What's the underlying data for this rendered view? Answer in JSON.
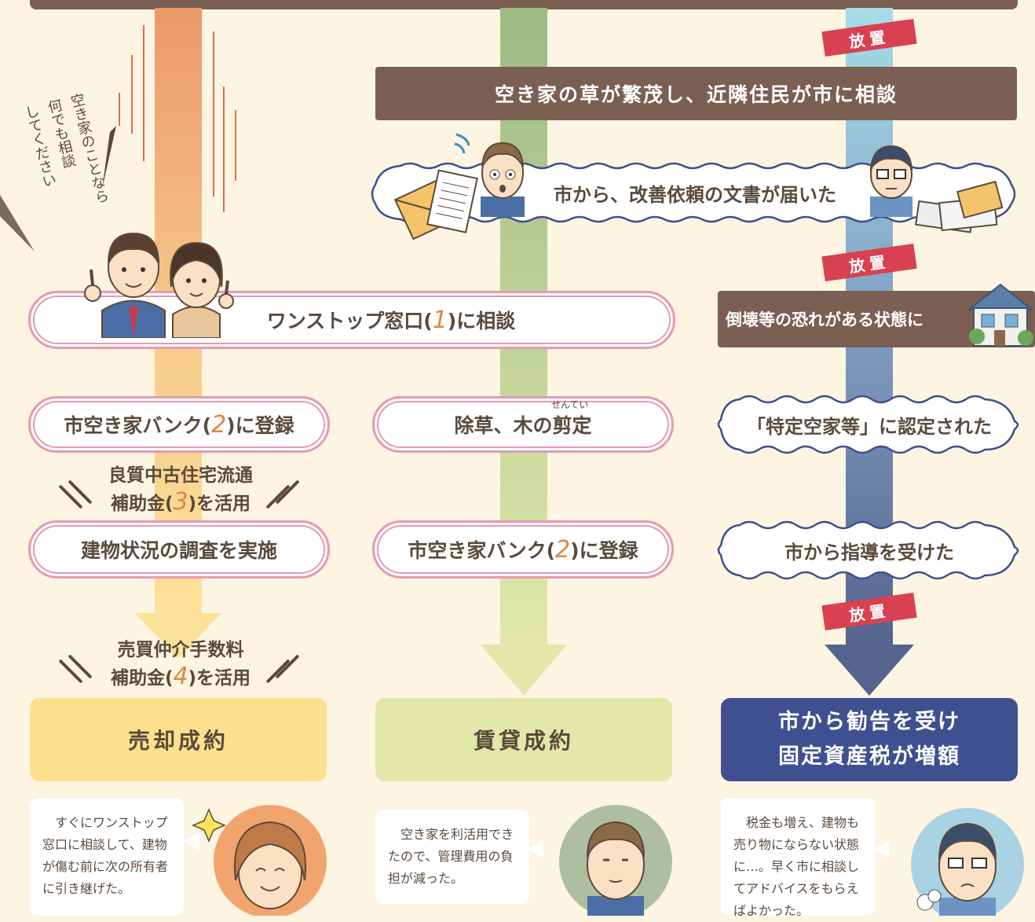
{
  "neglect_tag": "放置",
  "center_bar": "空き家の草が繁茂し、近隣住民が市に相談",
  "letter_notice": "市から、改善依頼の文書が届いた",
  "speech_vertical": [
    "空き家のことなら",
    "何でも相談",
    "してください"
  ],
  "onestop": {
    "pre": "ワンストップ窓口(",
    "num": "1",
    "post": ")に相談"
  },
  "danger_bar": "倒壊等の恐れがある状態に",
  "col1": {
    "bank": {
      "pre": "市空き家バンク(",
      "num": "2",
      "post": ")に登録"
    },
    "subsidy3": {
      "line1": "良質中古住宅流通",
      "pre": "補助金(",
      "num": "3",
      "post": ")を活用"
    },
    "survey": "建物状況の調査を実施",
    "subsidy4": {
      "line1": "売買仲介手数料",
      "pre": "補助金(",
      "num": "4",
      "post": ")を活用"
    },
    "result": "売却成約",
    "comment": "すぐにワンストップ窓口に相談して、建物が傷む前に次の所有者に引き継げた。"
  },
  "col2": {
    "weeding": "除草、木の剪定",
    "ruby": "せんてい",
    "bank": {
      "pre": "市空き家バンク(",
      "num": "2",
      "post": ")に登録"
    },
    "result": "賃貸成約",
    "comment": "空き家を利活用できたので、管理費用の負担が減った。"
  },
  "col3": {
    "certified": "「特定空家等」に認定された",
    "guidance": "市から指導を受けた",
    "result_line1": "市から勧告を受け",
    "result_line2": "固定資産税が増額",
    "comment": "税金も増え、建物も売り物にならない状態に…。早く市に相談してアドバイスをもらえばよかった。"
  },
  "colors": {
    "orange": "#f0a66a",
    "green": "#a8c48a",
    "blue": "#7ea6c6",
    "brown": "#7a5f52",
    "pink": "#e69ab0",
    "red": "#d94050",
    "navy": "#3f5090"
  }
}
